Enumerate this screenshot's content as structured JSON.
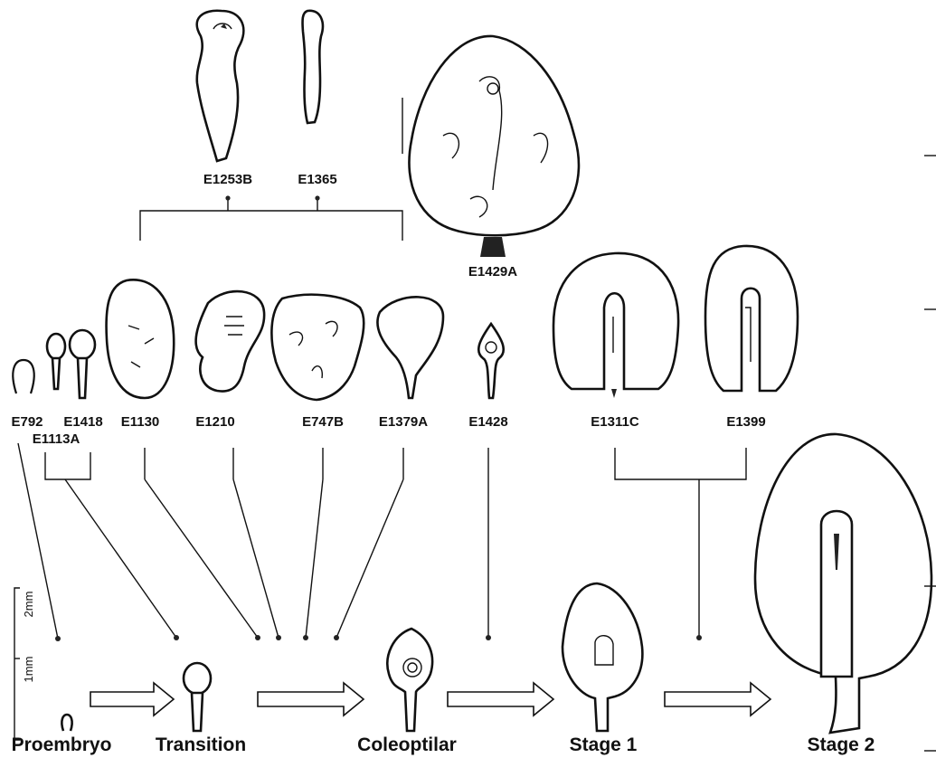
{
  "specimens": {
    "e1253b": "E1253B",
    "e1365": "E1365",
    "e1429a": "E1429A",
    "e792": "E792",
    "e1113a": "E1113A",
    "e1418": "E1418",
    "e1130": "E1130",
    "e1210": "E1210",
    "e747b": "E747B",
    "e1379a": "E1379A",
    "e1428": "E1428",
    "e1311c": "E1311C",
    "e1399": "E1399"
  },
  "stages": {
    "proembryo": "Proembryo",
    "transition": "Transition",
    "coleoptilar": "Coleoptilar",
    "stage1": "Stage 1",
    "stage2": "Stage 2"
  },
  "scale_bar": {
    "label_2mm": "2mm",
    "label_1mm": "1mm"
  },
  "colors": {
    "ink": "#111111",
    "background": "#ffffff"
  }
}
